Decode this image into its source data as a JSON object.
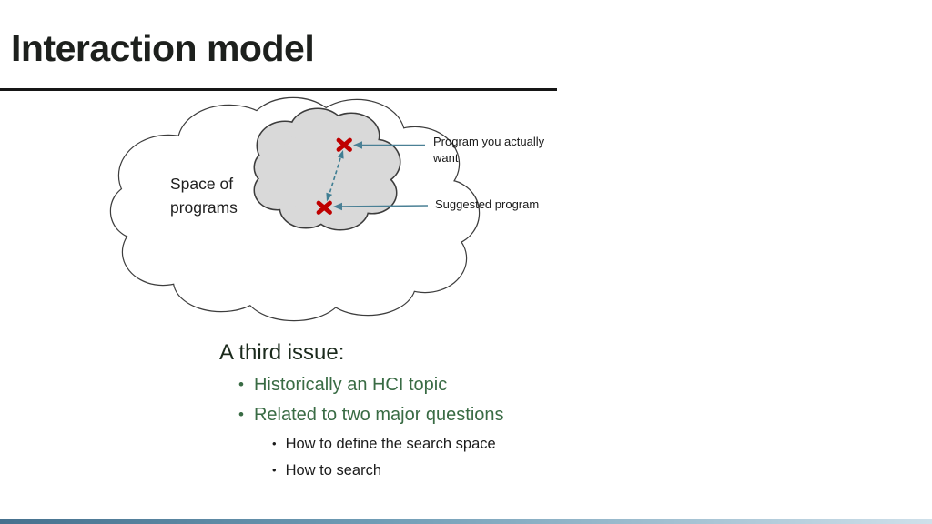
{
  "slide": {
    "title": "Interaction model",
    "diagram": {
      "space_label": "Space of programs",
      "label_want": "Program you actually want",
      "label_suggested": "Suggested program"
    },
    "body": {
      "heading": "A third issue:",
      "bullet_char": "•",
      "bullets_l1": [
        "Historically an HCI topic",
        "Related to two major questions"
      ],
      "bullets_l2": [
        "How to define the search space",
        "How to search"
      ]
    },
    "colors": {
      "accent_green": "#396b44",
      "heading_dark_green": "#1b2a1c",
      "marker_red": "#bf0000",
      "arrow_teal": "#4a8095",
      "cloud_fill_gray": "#d9d9d9",
      "cloud_outline": "#3d3d3d",
      "rule_black": "#161616",
      "footer_gradient_start": "#46718e",
      "footer_gradient_end": "#cfe0ea"
    }
  }
}
